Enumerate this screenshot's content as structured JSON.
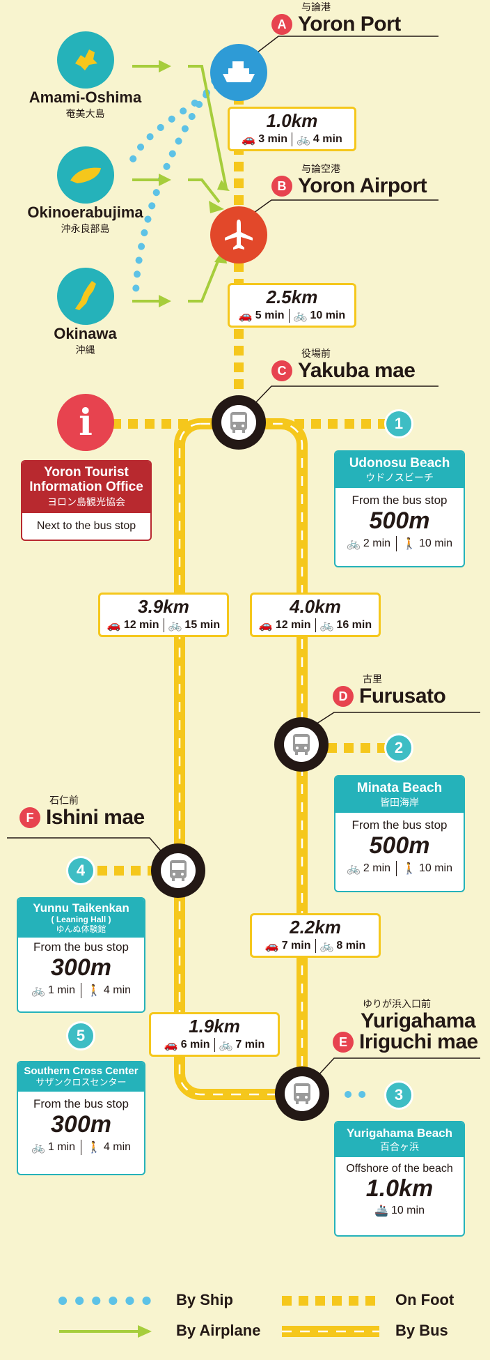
{
  "origins": [
    {
      "en": "Amami-Oshima",
      "jp": "奄美大島"
    },
    {
      "en": "Okinoerabujima",
      "jp": "沖永良部島"
    },
    {
      "en": "Okinawa",
      "jp": "沖縄"
    }
  ],
  "stations": {
    "A": {
      "letter": "A",
      "jp": "与論港",
      "en": "Yoron Port"
    },
    "B": {
      "letter": "B",
      "jp": "与論空港",
      "en": "Yoron Airport"
    },
    "C": {
      "letter": "C",
      "jp": "役場前",
      "en": "Yakuba mae"
    },
    "D": {
      "letter": "D",
      "jp": "古里",
      "en": "Furusato"
    },
    "E": {
      "letter": "E",
      "jp": "ゆりが浜入口前",
      "en1": "Yurigahama",
      "en2": "Iriguchi mae"
    },
    "F": {
      "letter": "F",
      "jp": "石仁前",
      "en": "Ishini mae"
    }
  },
  "distances": {
    "port_airport": {
      "km": "1.0km",
      "car": "3 min",
      "bike": "4 min"
    },
    "airport_yakuba": {
      "km": "2.5km",
      "car": "5 min",
      "bike": "10 min"
    },
    "yakuba_ishini": {
      "km": "3.9km",
      "car": "12 min",
      "bike": "15 min"
    },
    "yakuba_furusato": {
      "km": "4.0km",
      "car": "12 min",
      "bike": "16 min"
    },
    "furusato_yurigahama": {
      "km": "2.2km",
      "car": "7 min",
      "bike": "8 min"
    },
    "ishini_yurigahama": {
      "km": "1.9km",
      "car": "6 min",
      "bike": "7 min"
    }
  },
  "info": {
    "icon": "i",
    "title1": "Yoron Tourist",
    "title2": "Information Office",
    "jp": "ヨロン島観光協会",
    "note": "Next to the bus stop"
  },
  "spots": [
    {
      "num": "1",
      "en": "Udonosu Beach",
      "jp": "ウドノスビーチ",
      "from": "From the bus stop",
      "dist": "500m",
      "bike": "2 min",
      "walk": "10 min"
    },
    {
      "num": "2",
      "en": "Minata Beach",
      "jp": "皆田海岸",
      "from": "From the bus stop",
      "dist": "500m",
      "bike": "2 min",
      "walk": "10 min"
    },
    {
      "num": "3",
      "en": "Yurigahama Beach",
      "jp": "百合ヶ浜",
      "from": "Offshore of the beach",
      "dist": "1.0km",
      "boat": "10 min"
    },
    {
      "num": "4",
      "en": "Yunnu Taikenkan",
      "sub": "( Leaning Hall )",
      "jp": "ゆんぬ体験館",
      "from": "From the bus stop",
      "dist": "300m",
      "bike": "1 min",
      "walk": "4 min"
    },
    {
      "num": "5",
      "en": "Southern Cross Center",
      "jp": "サザンクロスセンター",
      "from": "From the bus stop",
      "dist": "300m",
      "bike": "1 min",
      "walk": "4 min"
    }
  ],
  "legend": {
    "ship": "By Ship",
    "airplane": "By Airplane",
    "foot": "On Foot",
    "bus": "By Bus"
  },
  "colors": {
    "background": "#f8f4cf",
    "bus_route": "#f5c71c",
    "airplane_route": "#a6cd3c",
    "ship_route": "#5dc2e6",
    "station_marker": "#e7434f",
    "spot": "#25b2ba",
    "info": "#b8292f"
  }
}
